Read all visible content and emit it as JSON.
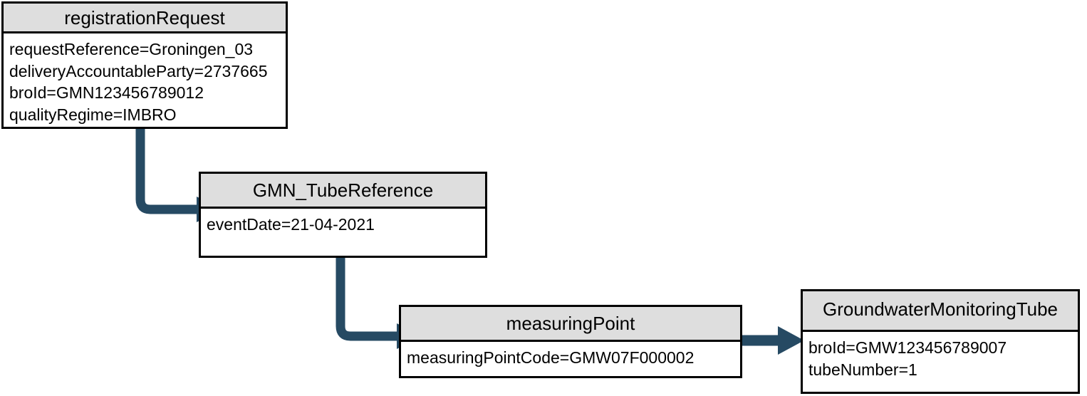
{
  "diagram": {
    "type": "uml-object-diagram",
    "background_color": "#ffffff",
    "box_header_color": "#dedede",
    "box_border_color": "#000000",
    "arrow_color": "#264a63",
    "boxes": [
      {
        "id": "registrationRequest",
        "title": "registrationRequest",
        "attributes": [
          "requestReference=Groningen_03",
          "deliveryAccountableParty=2737665",
          "broId=GMN123456789012",
          "qualityRegime=IMBRO"
        ]
      },
      {
        "id": "GMN_TubeReference",
        "title": "GMN_TubeReference",
        "attributes": [
          "eventDate=21-04-2021"
        ]
      },
      {
        "id": "measuringPoint",
        "title": "measuringPoint",
        "attributes": [
          "measuringPointCode=GMW07F000002"
        ]
      },
      {
        "id": "GroundwaterMonitoringTube",
        "title": "GroundwaterMonitoringTube",
        "attributes": [
          "broId=GMW123456789007",
          "tubeNumber=1"
        ]
      }
    ],
    "connectors": [
      {
        "id": "conn-1",
        "from": "registrationRequest",
        "to": "GMN_TubeReference",
        "shape": "elbow-down-right"
      },
      {
        "id": "conn-2",
        "from": "GMN_TubeReference",
        "to": "measuringPoint",
        "shape": "elbow-down-right"
      },
      {
        "id": "conn-3",
        "from": "measuringPoint",
        "to": "GroundwaterMonitoringTube",
        "shape": "straight-right"
      }
    ]
  }
}
